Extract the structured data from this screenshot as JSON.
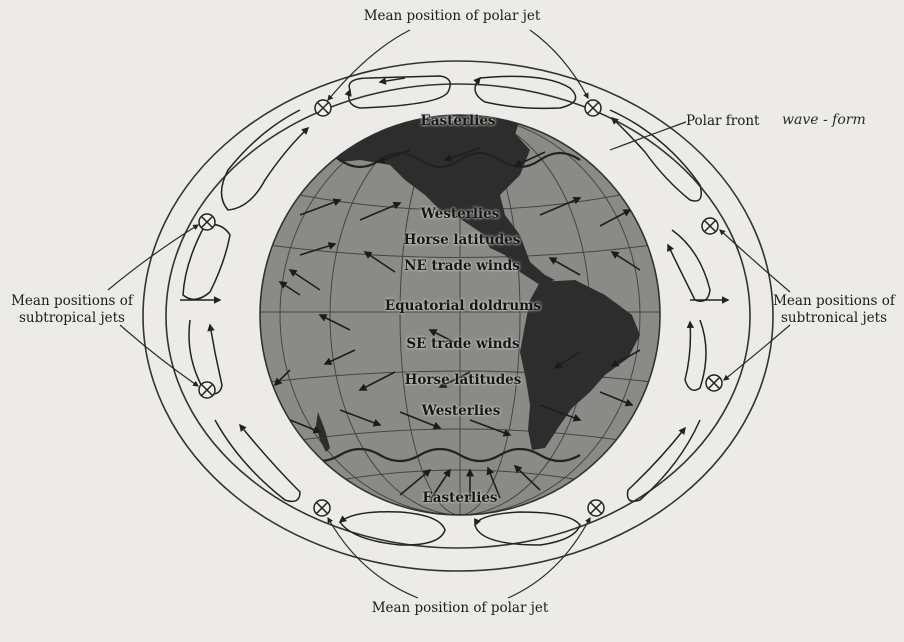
{
  "labels": {
    "polar_jet_top": "Mean position of polar jet",
    "polar_jet_bottom": "Mean position of polar jet",
    "polar_front": "Polar front",
    "handwritten_note": "wave - form",
    "subtropical_left_line1": "Mean positions of",
    "subtropical_left_line2": "subtropical jets",
    "subtropical_right_line1": "Mean positions of",
    "subtropical_right_line2": "subtronical jets"
  },
  "globe_labels": {
    "easterlies_north": "Easterlies",
    "westerlies_north": "Westerlies",
    "horse_latitudes_north": "Horse latitudes",
    "ne_trade_winds": "NE trade winds",
    "equatorial_doldrums": "Equatorial doldrums",
    "se_trade_winds": "SE trade winds",
    "horse_latitudes_south": "Horse latitudes",
    "westerlies_south": "Westerlies",
    "easterlies_south": "Easterlies"
  },
  "jet_symbol": "⊗"
}
